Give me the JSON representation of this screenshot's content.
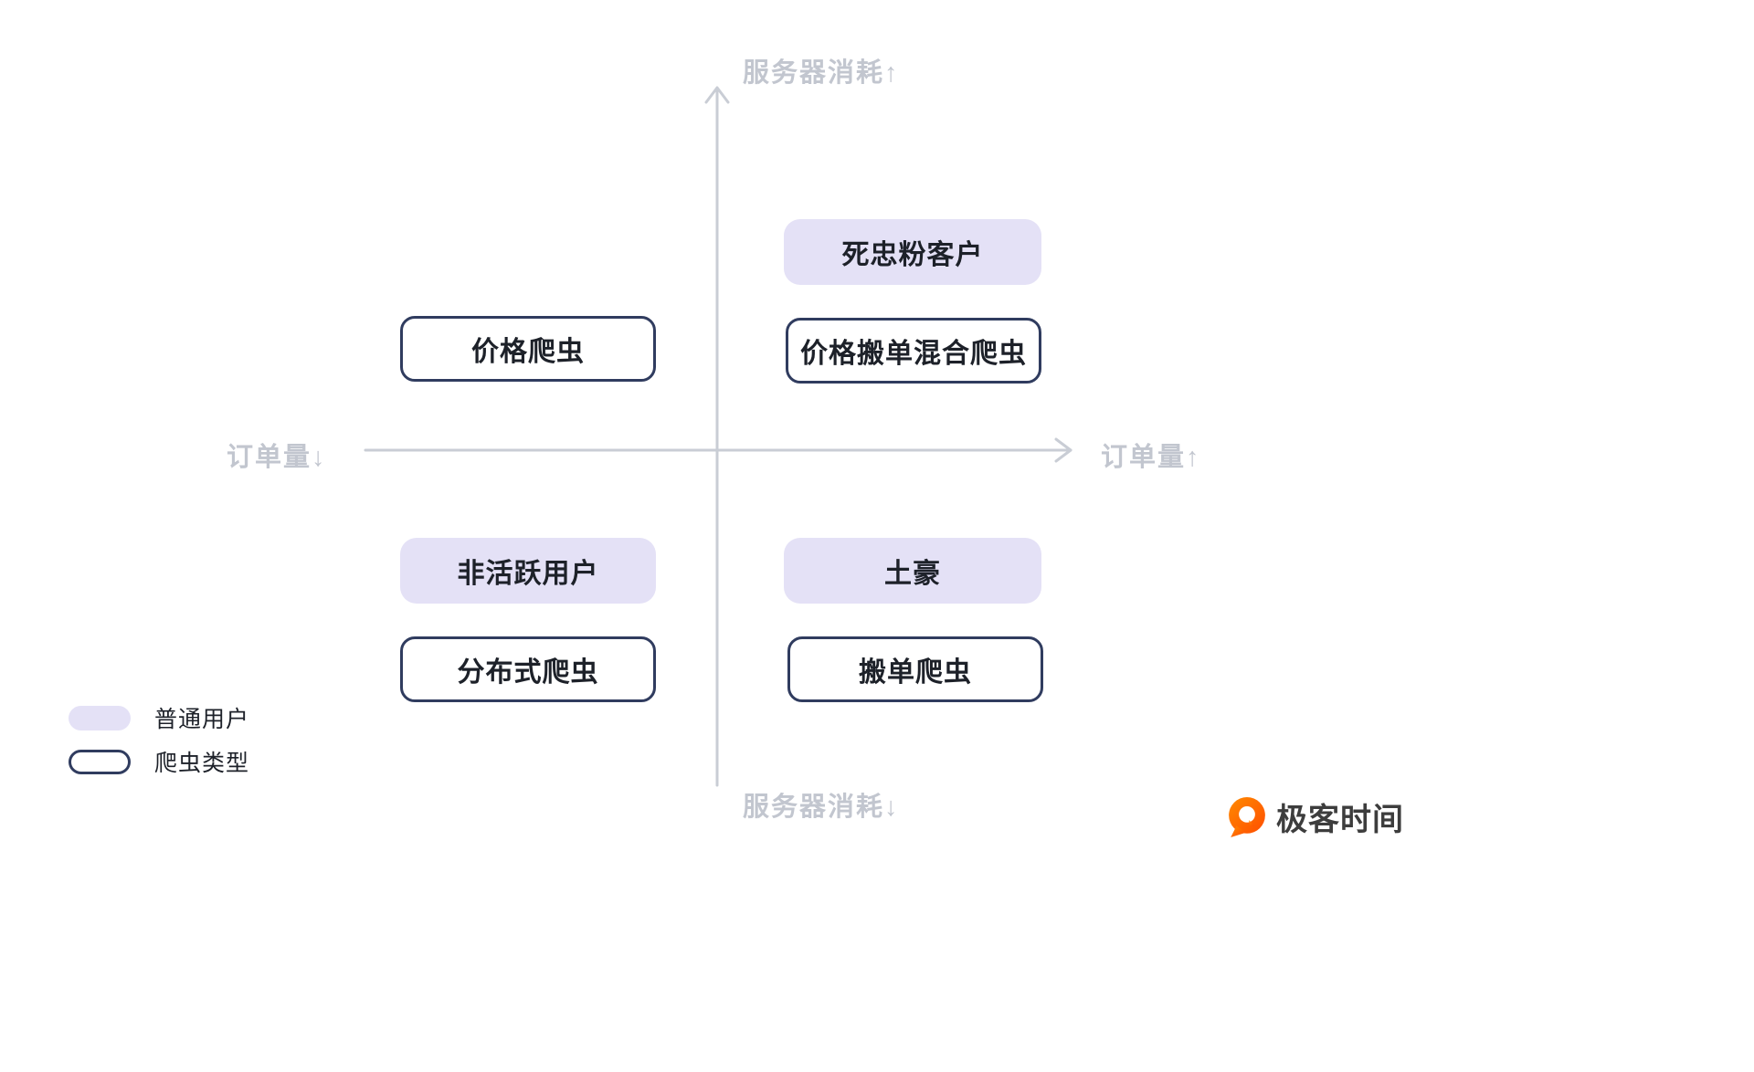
{
  "axes": {
    "top_label": "服务器消耗↑",
    "bottom_label": "服务器消耗↓",
    "left_label": "订单量↓",
    "right_label": "订单量↑"
  },
  "quadrants": {
    "top_left": {
      "crawler": "价格爬虫"
    },
    "top_right": {
      "user": "死忠粉客户",
      "crawler": "价格搬单混合爬虫"
    },
    "bottom_left": {
      "user": "非活跃用户",
      "crawler": "分布式爬虫"
    },
    "bottom_right": {
      "user": "土豪",
      "crawler": "搬单爬虫"
    }
  },
  "legend": {
    "user_label": "普通用户",
    "crawler_label": "爬虫类型"
  },
  "brand": {
    "name": "极客时间"
  },
  "colors": {
    "user_fill": "#E4E1F6",
    "crawler_border": "#303C5F",
    "axis": "#C9CDD5",
    "axis_label": "#C2C6CF",
    "text": "#1D2129",
    "brand_orange": "#FF5C00",
    "brand_text": "#3D3D3D"
  }
}
